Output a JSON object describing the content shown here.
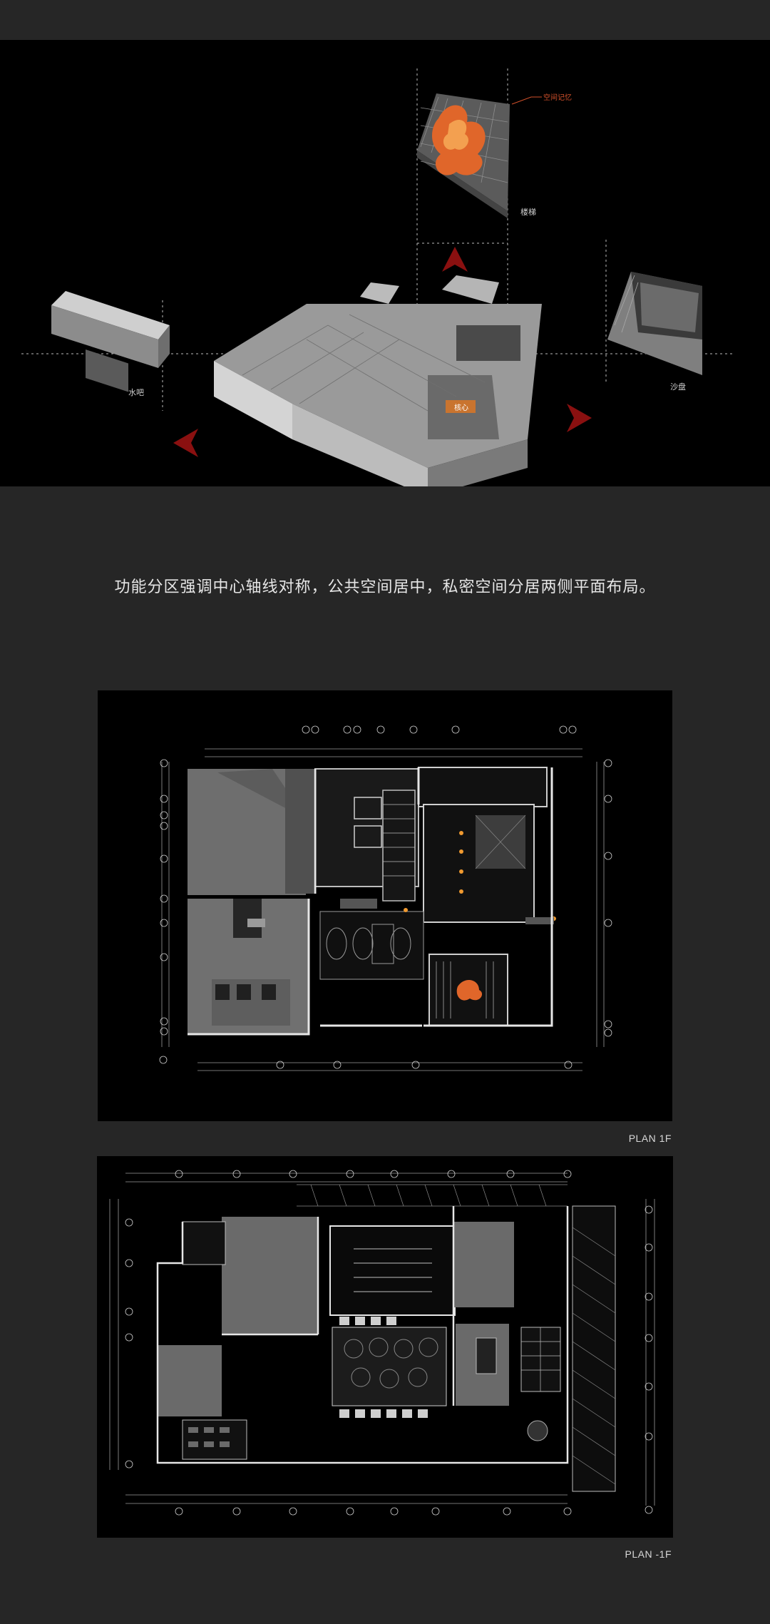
{
  "axonometric": {
    "labels": {
      "shuiba": "水吧",
      "loubi": "楼梯",
      "shapan": "沙盘",
      "hexin": "核心",
      "kongjian": "空间记忆"
    }
  },
  "caption": "功能分区强调中心轴线对称，公共空间居中，私密空间分居两侧平面布局。",
  "plan_1f": {
    "label": "PLAN 1F"
  },
  "plan_b1": {
    "label": "PLAN -1F"
  },
  "colors": {
    "background": "#262626",
    "panel": "#000000",
    "accent_red": "#8a1010",
    "accent_orange": "#e8782a"
  }
}
